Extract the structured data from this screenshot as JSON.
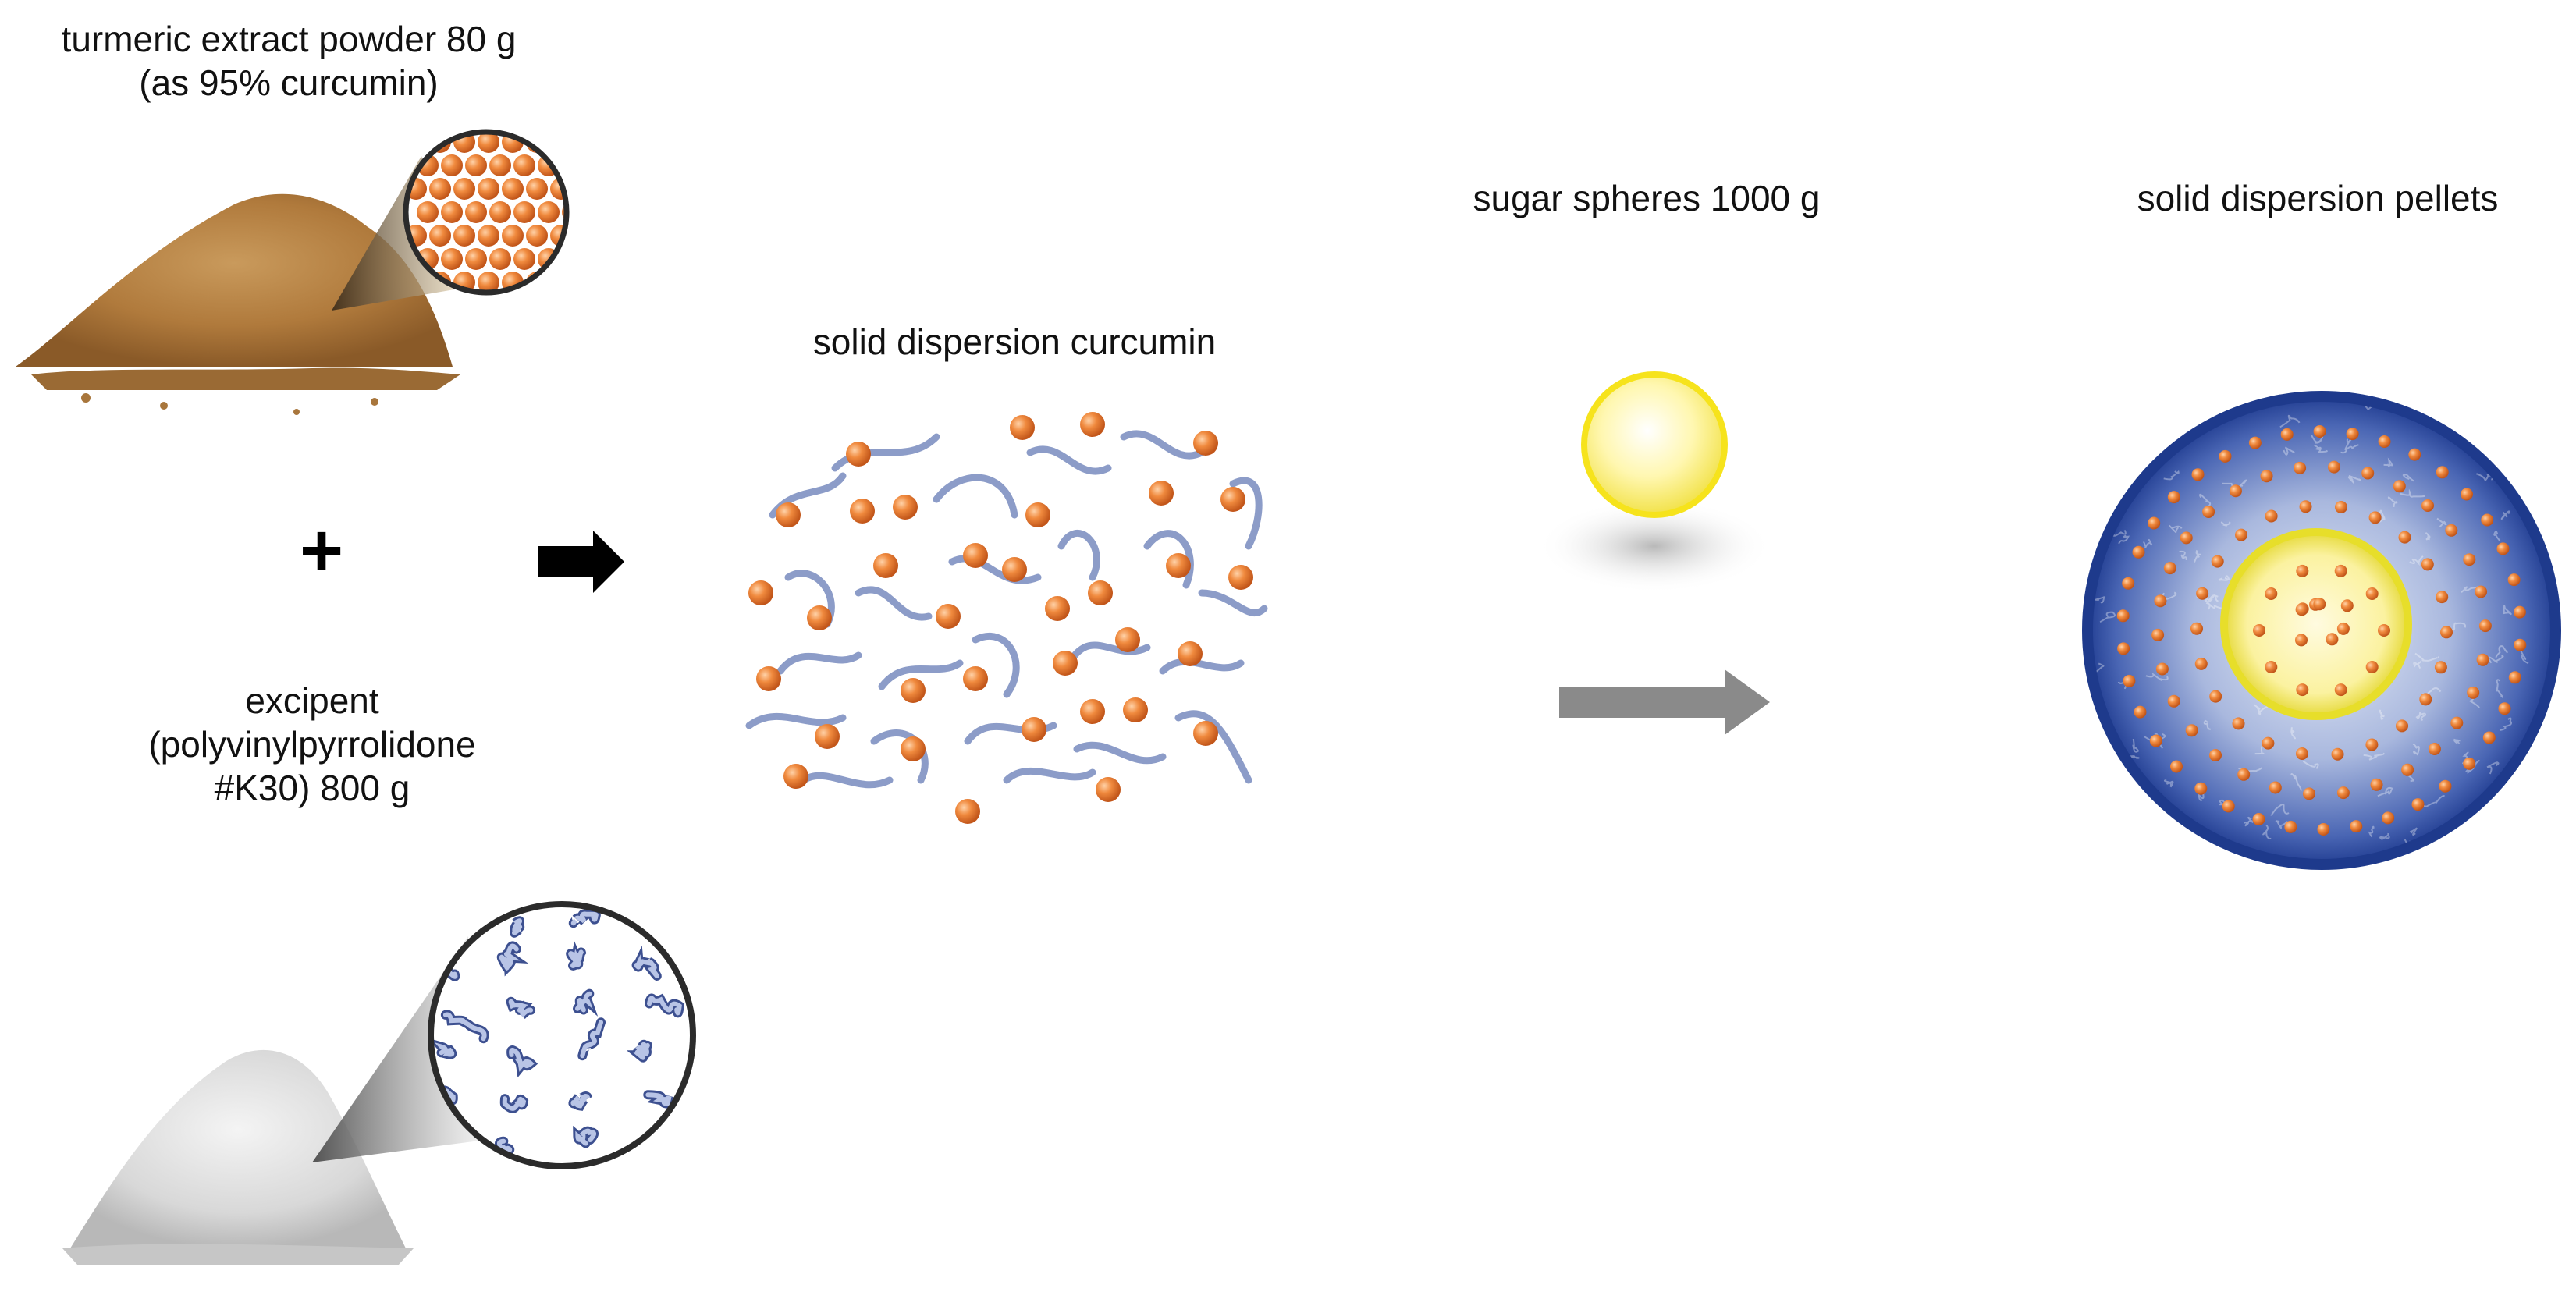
{
  "labels": {
    "turmeric_line1": "turmeric extract powder 80 g",
    "turmeric_line2": "(as 95% curcumin)",
    "excipient_line1": "excipent",
    "excipient_line2": "(polyvinylpyrrolidone",
    "excipient_line3": "#K30) 800 g",
    "solid_dispersion": "solid dispersion curcumin",
    "sugar_spheres": "sugar spheres 1000 g",
    "pellets": "solid dispersion pellets"
  },
  "symbols": {
    "plus": "+"
  },
  "colors": {
    "curcumin_particle": "#e8772e",
    "polymer_strand": "#8c9cc8",
    "turmeric_powder": "#b8864a",
    "excipient_powder": "#d9d9d9",
    "sugar_sphere": "#f5e21a",
    "pellet_shell": "#2b4aa0",
    "black_arrow": "#000000",
    "grey_arrow": "#8a8a8a"
  },
  "icons": {
    "turmeric_pile": "turmeric-powder-pile-icon",
    "turmeric_zoom": "magnifier-curcumin-particles-icon",
    "excipient_pile": "white-powder-pile-icon",
    "excipient_zoom": "magnifier-polymer-chains-icon",
    "sugar_sphere": "yellow-sphere-icon",
    "pellet": "coated-pellet-cross-section-icon"
  }
}
